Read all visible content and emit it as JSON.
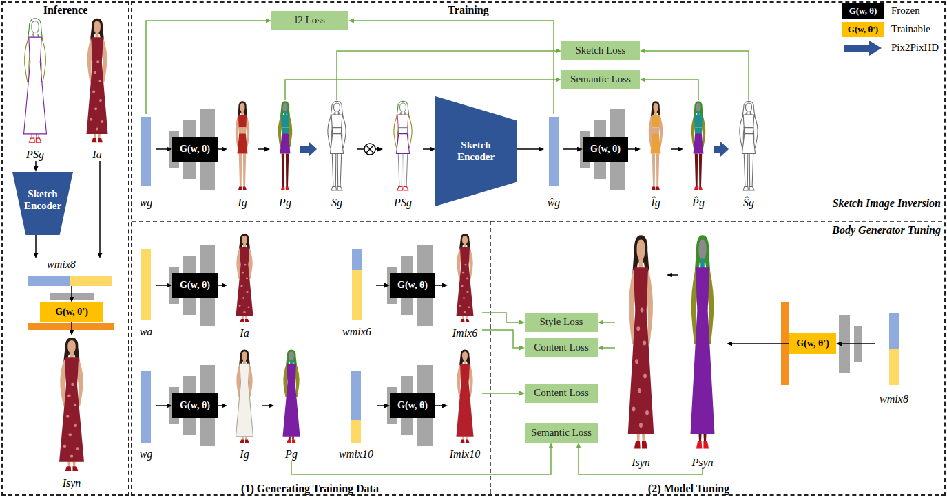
{
  "diagram": {
    "nodes": [
      {
        "text": [
          "Inference"
        ]
      },
      {
        "text": [
          "PSg"
        ],
        "in": 0
      },
      {
        "text": [
          "Ia"
        ],
        "in": 0
      },
      {
        "text": [
          "Sketch Encoder"
        ],
        "in": 0
      },
      {
        "text": [
          "wmix8"
        ],
        "in": 0
      },
      {
        "text": [
          "G(w, θ')"
        ],
        "in": 0
      },
      {
        "text": [
          "Isyn"
        ],
        "in": 0
      },
      {
        "text": [
          "Training"
        ]
      },
      {
        "text": [
          "Sketch Image Inversion"
        ],
        "in": 7
      },
      {
        "text": [
          "l2 Loss"
        ],
        "in": 8
      },
      {
        "text": [
          "Sketch Loss"
        ],
        "in": 8
      },
      {
        "text": [
          "Semantic Loss"
        ],
        "in": 8
      },
      {
        "text": [
          "wg"
        ],
        "in": 8
      },
      {
        "text": [
          "G(w, θ)"
        ],
        "in": 8
      },
      {
        "text": [
          "Ig"
        ],
        "in": 8
      },
      {
        "text": [
          "Pg"
        ],
        "in": 8
      },
      {
        "text": [
          "Sg"
        ],
        "in": 8
      },
      {
        "text": [
          "PSg"
        ],
        "in": 8
      },
      {
        "text": [
          "Sketch Encoder"
        ],
        "in": 8
      },
      {
        "text": [
          "ŵg"
        ],
        "in": 8
      },
      {
        "text": [
          "G(w, θ)"
        ],
        "in": 8
      },
      {
        "text": [
          "Îg"
        ],
        "in": 8
      },
      {
        "text": [
          "P̂g"
        ],
        "in": 8
      },
      {
        "text": [
          "Ŝg"
        ],
        "in": 8
      },
      {
        "text": [
          "Body Generator Tuning"
        ],
        "in": 7
      },
      {
        "text": [
          "(1) Generating Training Data"
        ],
        "in": 24
      },
      {
        "text": [
          "wa"
        ],
        "in": 25
      },
      {
        "text": [
          "G(w, θ)"
        ],
        "in": 25
      },
      {
        "text": [
          "Ia"
        ],
        "in": 25
      },
      {
        "text": [
          "wmix6"
        ],
        "in": 25
      },
      {
        "text": [
          "G(w, θ)"
        ],
        "in": 25
      },
      {
        "text": [
          "Imix6"
        ],
        "in": 25
      },
      {
        "text": [
          "wg"
        ],
        "in": 25
      },
      {
        "text": [
          "G(w, θ)"
        ],
        "in": 25
      },
      {
        "text": [
          "Ig"
        ],
        "in": 25
      },
      {
        "text": [
          "Pg"
        ],
        "in": 25
      },
      {
        "text": [
          "wmix10"
        ],
        "in": 25
      },
      {
        "text": [
          "G(w, θ)"
        ],
        "in": 25
      },
      {
        "text": [
          "Imix10"
        ],
        "in": 25
      },
      {
        "text": [
          "(2) Model Tuning"
        ],
        "in": 24
      },
      {
        "text": [
          "Style Loss"
        ],
        "in": 39
      },
      {
        "text": [
          "Content Loss"
        ],
        "in": 39
      },
      {
        "text": [
          "Content Loss"
        ],
        "in": 39
      },
      {
        "text": [
          "Semantic Loss"
        ],
        "in": 39
      },
      {
        "text": [
          "Isyn"
        ],
        "in": 39
      },
      {
        "text": [
          "Psyn"
        ],
        "in": 39
      },
      {
        "text": [
          "G(w, θ')"
        ],
        "in": 39
      },
      {
        "text": [
          "wmix8"
        ],
        "in": 39
      }
    ],
    "edges": [
      {
        "from": 1,
        "to": 3,
        "arrow": "to"
      },
      {
        "from": 3,
        "to": 4,
        "arrow": "to"
      },
      {
        "from": 2,
        "to": 4,
        "arrow": "to"
      },
      {
        "from": 4,
        "to": 5,
        "arrow": "to"
      },
      {
        "from": 5,
        "to": 6,
        "arrow": "to"
      },
      {
        "from": 12,
        "to": 13,
        "arrow": "to"
      },
      {
        "from": 13,
        "to": 14,
        "arrow": "to"
      },
      {
        "from": 14,
        "to": 15,
        "arrow": "to"
      },
      {
        "from": 15,
        "to": 16,
        "arrow": "to"
      },
      {
        "from": 16,
        "to": 17,
        "arrow": "to"
      },
      {
        "from": 17,
        "to": 18,
        "arrow": "to"
      },
      {
        "from": 18,
        "to": 19,
        "arrow": "to"
      },
      {
        "from": 19,
        "to": 20,
        "arrow": "to"
      },
      {
        "from": 20,
        "to": 21,
        "arrow": "to"
      },
      {
        "from": 21,
        "to": 22,
        "arrow": "to"
      },
      {
        "from": 22,
        "to": 23,
        "arrow": "to"
      },
      {
        "from": 12,
        "to": 9,
        "arrow": "to"
      },
      {
        "from": 19,
        "to": 9,
        "arrow": "to"
      },
      {
        "from": 16,
        "to": 10,
        "arrow": "to"
      },
      {
        "from": 23,
        "to": 10,
        "arrow": "to"
      },
      {
        "from": 15,
        "to": 11,
        "arrow": "to"
      },
      {
        "from": 22,
        "to": 11,
        "arrow": "to"
      },
      {
        "from": 26,
        "to": 27,
        "arrow": "to"
      },
      {
        "from": 27,
        "to": 28,
        "arrow": "to"
      },
      {
        "from": 29,
        "to": 30,
        "arrow": "to"
      },
      {
        "from": 30,
        "to": 31,
        "arrow": "to"
      },
      {
        "from": 32,
        "to": 33,
        "arrow": "to"
      },
      {
        "from": 33,
        "to": 34,
        "arrow": "to"
      },
      {
        "from": 34,
        "to": 35,
        "arrow": "to"
      },
      {
        "from": 36,
        "to": 37,
        "arrow": "to"
      },
      {
        "from": 37,
        "to": 38,
        "arrow": "to"
      },
      {
        "from": 31,
        "to": 40,
        "arrow": "to"
      },
      {
        "from": 44,
        "to": 40,
        "arrow": "to"
      },
      {
        "from": 31,
        "to": 41,
        "arrow": "to"
      },
      {
        "from": 44,
        "to": 41,
        "arrow": "to"
      },
      {
        "from": 38,
        "to": 42,
        "arrow": "to"
      },
      {
        "from": 35,
        "to": 43,
        "arrow": "to"
      },
      {
        "from": 45,
        "to": 43,
        "arrow": "to"
      },
      {
        "from": 47,
        "to": 46,
        "arrow": "to"
      },
      {
        "from": 46,
        "to": 45,
        "arrow": "to"
      },
      {
        "from": 45,
        "to": 44,
        "arrow": "to"
      }
    ],
    "labels": [
      "G(w, θ)",
      "G(w, θ')"
    ],
    "legend": [
      {
        "text": "Frozen",
        "color": "#000000"
      },
      {
        "text": "Trainable",
        "color": "#ffc000"
      },
      {
        "text": "Pix2PixHD"
      }
    ]
  }
}
